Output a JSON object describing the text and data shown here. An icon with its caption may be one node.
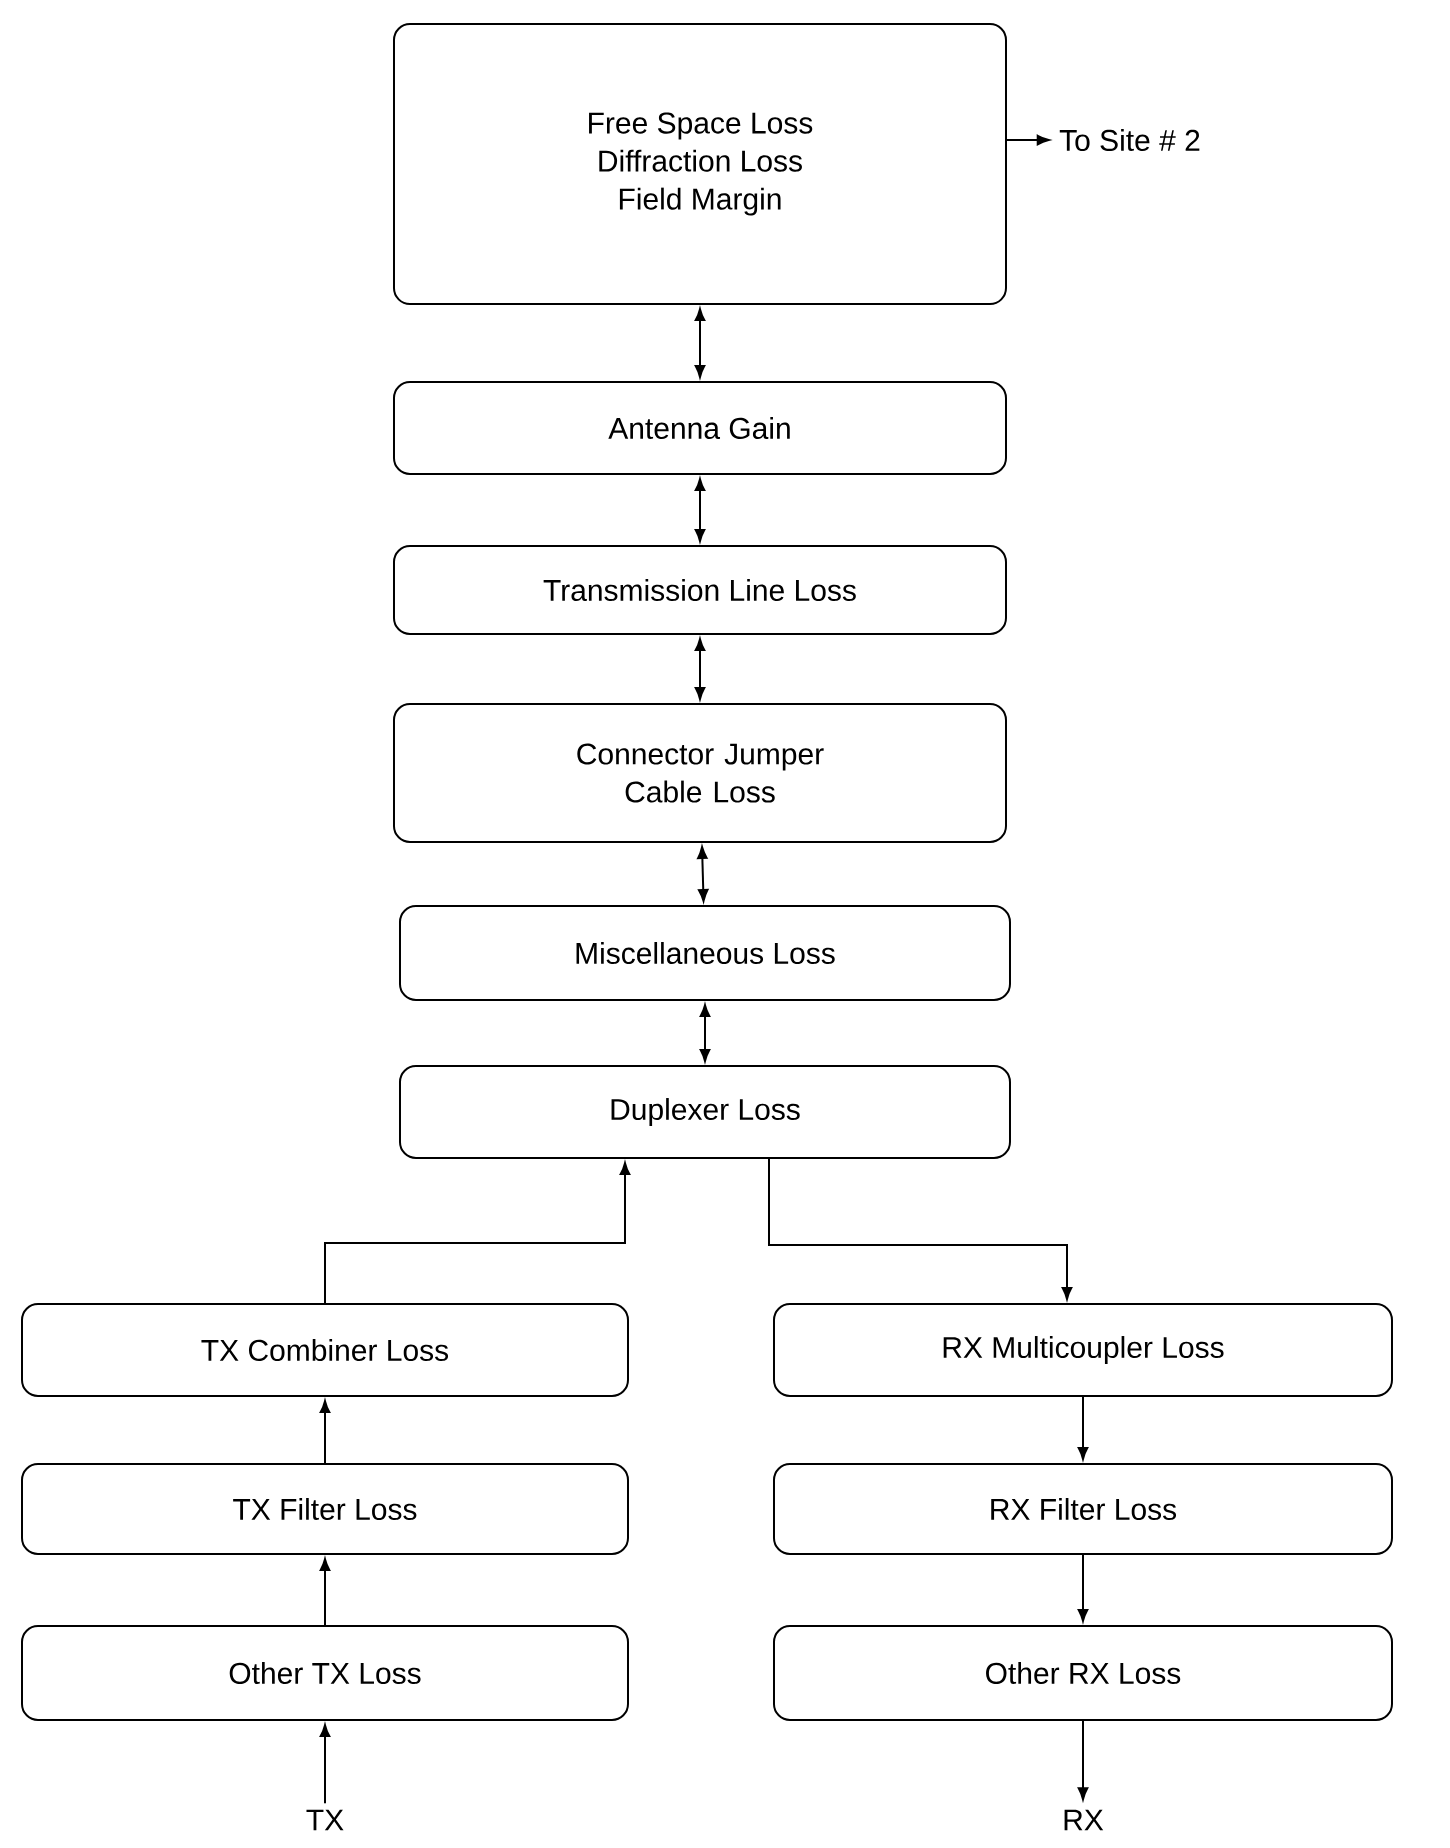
{
  "diagram": {
    "nodes": [
      {
        "text": [
          "Free Space Loss",
          "Diffraction Loss",
          "Field Margin"
        ]
      },
      {
        "text": [
          "To Site # 2"
        ]
      },
      {
        "text": [
          "Antenna Gain"
        ]
      },
      {
        "text": [
          "Transmission Line Loss"
        ]
      },
      {
        "text": [
          "Connector Jumper Cable Loss"
        ]
      },
      {
        "text": [
          "Miscellaneous Loss"
        ]
      },
      {
        "text": [
          "Duplexer Loss"
        ]
      },
      {
        "text": [
          "TX Combiner Loss"
        ]
      },
      {
        "text": [
          "RX Multicoupler Loss"
        ]
      },
      {
        "text": [
          "TX Filter Loss"
        ]
      },
      {
        "text": [
          "RX Filter Loss"
        ]
      },
      {
        "text": [
          "Other TX Loss"
        ]
      },
      {
        "text": [
          "Other RX Loss"
        ]
      },
      {
        "text": [
          "TX"
        ]
      },
      {
        "text": [
          "RX"
        ]
      }
    ],
    "edges": [
      {
        "from": 0,
        "to": 1,
        "arrow": "to"
      },
      {
        "from": 0,
        "to": 2,
        "arrow": "both"
      },
      {
        "from": 2,
        "to": 3,
        "arrow": "both"
      },
      {
        "from": 3,
        "to": 4,
        "arrow": "both"
      },
      {
        "from": 4,
        "to": 5,
        "arrow": "both"
      },
      {
        "from": 5,
        "to": 6,
        "arrow": "both"
      },
      {
        "from": 7,
        "to": 6,
        "arrow": "to"
      },
      {
        "from": 6,
        "to": 8,
        "arrow": "to"
      },
      {
        "from": 9,
        "to": 7,
        "arrow": "to"
      },
      {
        "from": 11,
        "to": 9,
        "arrow": "to"
      },
      {
        "from": 13,
        "to": 11,
        "arrow": "to"
      },
      {
        "from": 8,
        "to": 10,
        "arrow": "to"
      },
      {
        "from": 10,
        "to": 12,
        "arrow": "to"
      },
      {
        "from": 12,
        "to": 14,
        "arrow": "to"
      }
    ]
  }
}
